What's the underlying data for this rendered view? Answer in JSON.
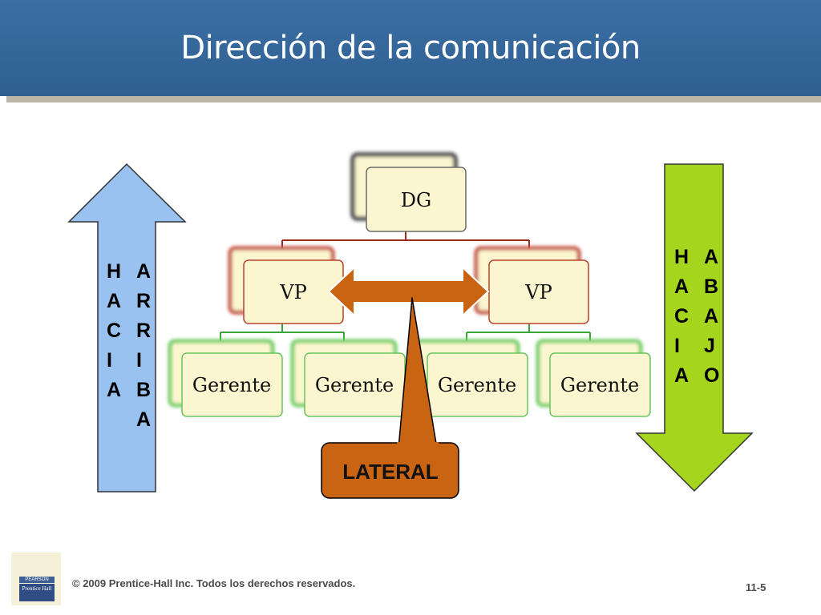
{
  "title": "Dirección de la comunicación",
  "org": {
    "top": "DG",
    "vp_left": "VP",
    "vp_right": "VP",
    "managers": [
      "Gerente",
      "Gerente",
      "Gerente",
      "Gerente"
    ]
  },
  "arrows": {
    "up": {
      "col1": "H\nA\nC\nI\nA",
      "col2": "A\nR\nR\nI\nB\nA"
    },
    "down": {
      "col1": "H\nA\nC\nI\nA",
      "col2": "A\nB\nA\nJ\nO"
    },
    "lateral_label": "LATERAL"
  },
  "colors": {
    "title_bar": "#2f5f93",
    "up_arrow": "#99c2f0",
    "down_arrow": "#a6d51e",
    "lateral": "#c86412",
    "box_fill": "#fbf6cf",
    "top_box_border": "#6b6b6b",
    "vp_box_border": "#b9402f",
    "manager_box_border": "#66c55d"
  },
  "footer": {
    "logo_top": "PEARSON",
    "logo_bottom": "Prentice Hall",
    "copyright": "© 2009 Prentice-Hall Inc. Todos los derechos reservados.",
    "page": "11-5"
  }
}
